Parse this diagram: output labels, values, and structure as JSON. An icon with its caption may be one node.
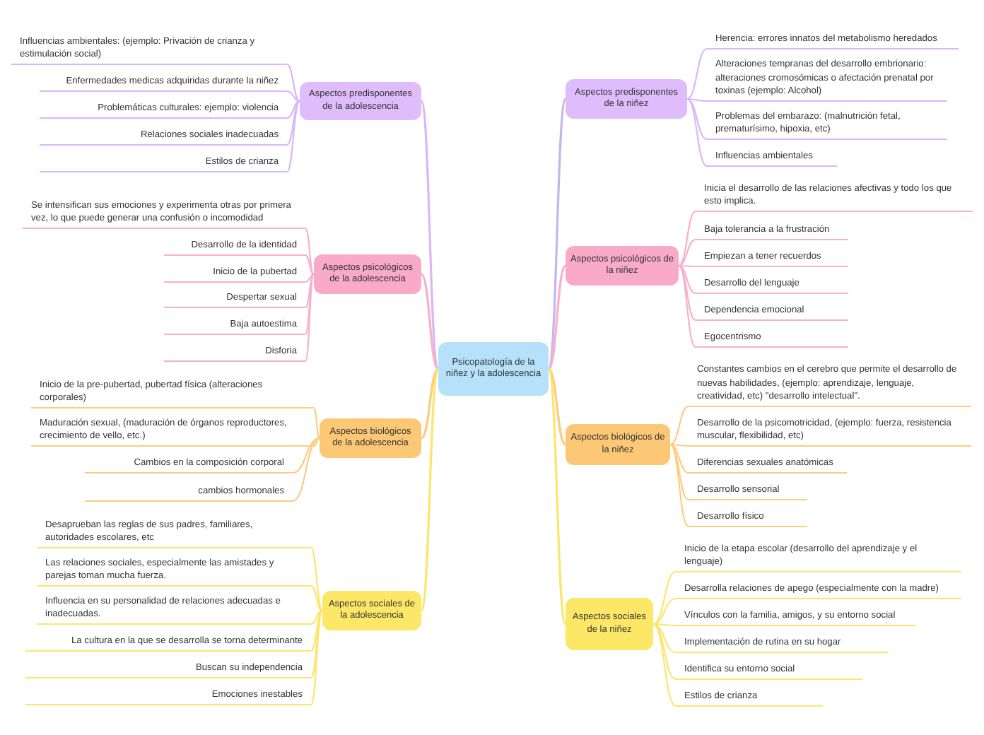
{
  "diagram": {
    "nodes": [
      {
        "text": [
          "Psicopatología de la niñez y la adolescencia"
        ]
      },
      {
        "text": [
          "Aspectos predisponentes de la adolescencia"
        ]
      },
      {
        "text": [
          "Influencias ambientales: (ejemplo: Privación de crianza y estimulación social)"
        ]
      },
      {
        "text": [
          "Enfermedades medicas adquiridas durante la niñez"
        ]
      },
      {
        "text": [
          "Problemáticas culturales: ejemplo: violencia"
        ]
      },
      {
        "text": [
          "Relaciones sociales inadecuadas"
        ]
      },
      {
        "text": [
          "Estilos de crianza"
        ]
      },
      {
        "text": [
          "Aspectos psicológicos de la adolescencia"
        ]
      },
      {
        "text": [
          "Se intensifican sus emociones y experimenta otras por primera vez, lo que puede generar una confusión o incomodidad"
        ]
      },
      {
        "text": [
          "Desarrollo de la identidad"
        ]
      },
      {
        "text": [
          "Inicio de la pubertad"
        ]
      },
      {
        "text": [
          "Despertar sexual"
        ]
      },
      {
        "text": [
          "Baja autoestima"
        ]
      },
      {
        "text": [
          "Disforia"
        ]
      },
      {
        "text": [
          "Aspectos biológicos de la adolescencia"
        ]
      },
      {
        "text": [
          "Inicio de la pre-pubertad, pubertad física (alteraciones corporales)"
        ]
      },
      {
        "text": [
          "Maduración sexual, (maduración de órganos reproductores, crecimiento de vello, etc.)"
        ]
      },
      {
        "text": [
          "Cambios en la composición corporal"
        ]
      },
      {
        "text": [
          "cambios hormonales"
        ]
      },
      {
        "text": [
          "Aspectos sociales de la adolescencia"
        ]
      },
      {
        "text": [
          "Desaprueban las reglas de sus padres, familiares, autoridades escolares, etc"
        ]
      },
      {
        "text": [
          "Las relaciones sociales, especialmente las amistades y parejas toman mucha fuerza."
        ]
      },
      {
        "text": [
          "Influencia en su personalidad de relaciones adecuadas e inadecuadas."
        ]
      },
      {
        "text": [
          "La cultura en la que se desarrolla se torna determinante"
        ]
      },
      {
        "text": [
          "Buscan su independencia"
        ]
      },
      {
        "text": [
          "Emociones inestables"
        ]
      },
      {
        "text": [
          "Aspectos predisponentes de la niñez"
        ]
      },
      {
        "text": [
          "Herencia: errores innatos del metabolismo heredados"
        ]
      },
      {
        "text": [
          "Alteraciones tempranas del desarrollo embrionario: alteraciones cromosómicas o afectación prenatal por toxinas (ejemplo: Alcohol)"
        ]
      },
      {
        "text": [
          "Problemas del embarazo: (malnutrición fetal, prematurísimo, hipoxia, etc)"
        ]
      },
      {
        "text": [
          "Influencias ambientales"
        ]
      },
      {
        "text": [
          "Aspectos psicológicos de la niñez"
        ]
      },
      {
        "text": [
          "Inicia el desarrollo de las relaciones afectivas y todo los que esto implica."
        ]
      },
      {
        "text": [
          "Baja tolerancia a la frustración"
        ]
      },
      {
        "text": [
          "Empiezan a tener recuerdos"
        ]
      },
      {
        "text": [
          "Desarrollo del lenguaje"
        ]
      },
      {
        "text": [
          "Dependencia emocional"
        ]
      },
      {
        "text": [
          "Egocentrismo"
        ]
      },
      {
        "text": [
          "Aspectos biológicos de la niñez"
        ]
      },
      {
        "text": [
          "Constantes cambios en el cerebro que permite el desarrollo de nuevas habilidades, (ejemplo: aprendizaje, lenguaje, creatividad, etc) \"desarrollo intelectual\"."
        ]
      },
      {
        "text": [
          "Desarrollo de la psicomotricidad, (ejemplo: fuerza, resistencia muscular, flexibilidad, etc)"
        ]
      },
      {
        "text": [
          "Diferencias sexuales anatómicas"
        ]
      },
      {
        "text": [
          "Desarrollo sensorial"
        ]
      },
      {
        "text": [
          "Desarrollo físico"
        ]
      },
      {
        "text": [
          "Aspectos sociales de la niñez"
        ]
      },
      {
        "text": [
          "Inicio de la etapa escolar (desarrollo del aprendizaje y el lenguaje)"
        ]
      },
      {
        "text": [
          "Desarrolla relaciones de apego (especialmente con la madre)"
        ]
      },
      {
        "text": [
          "Vínculos con la familia, amigos, y su entorno social"
        ]
      },
      {
        "text": [
          "Implementación de rutina en su hogar"
        ]
      },
      {
        "text": [
          "Identifica su entorno social"
        ]
      },
      {
        "text": [
          "Estilos de crianza"
        ]
      }
    ],
    "edges": [
      {
        "from": 0,
        "to": 1,
        "arrow": "none",
        "color": "#dcb6f8"
      },
      {
        "from": 1,
        "to": 2,
        "arrow": "none",
        "color": "#dcb6f8"
      },
      {
        "from": 1,
        "to": 3,
        "arrow": "none",
        "color": "#dcb6f8"
      },
      {
        "from": 1,
        "to": 4,
        "arrow": "none",
        "color": "#dcb6f8"
      },
      {
        "from": 1,
        "to": 5,
        "arrow": "none",
        "color": "#dcb6f8"
      },
      {
        "from": 1,
        "to": 6,
        "arrow": "none",
        "color": "#dcb6f8"
      },
      {
        "from": 0,
        "to": 7,
        "arrow": "none",
        "color": "#f8b0cc"
      },
      {
        "from": 7,
        "to": 8,
        "arrow": "none",
        "color": "#f8b0cc"
      },
      {
        "from": 7,
        "to": 9,
        "arrow": "none",
        "color": "#f8b0cc"
      },
      {
        "from": 7,
        "to": 10,
        "arrow": "none",
        "color": "#f8b0cc"
      },
      {
        "from": 7,
        "to": 11,
        "arrow": "none",
        "color": "#f8b0cc"
      },
      {
        "from": 7,
        "to": 12,
        "arrow": "none",
        "color": "#f8b0cc"
      },
      {
        "from": 7,
        "to": 13,
        "arrow": "none",
        "color": "#f8b0cc"
      },
      {
        "from": 0,
        "to": 14,
        "arrow": "none",
        "color": "#fdcc80"
      },
      {
        "from": 14,
        "to": 15,
        "arrow": "none",
        "color": "#fdcc80"
      },
      {
        "from": 14,
        "to": 16,
        "arrow": "none",
        "color": "#fdcc80"
      },
      {
        "from": 14,
        "to": 17,
        "arrow": "none",
        "color": "#fdcc80"
      },
      {
        "from": 14,
        "to": 18,
        "arrow": "none",
        "color": "#fdcc80"
      },
      {
        "from": 0,
        "to": 19,
        "arrow": "none",
        "color": "#fde56c"
      },
      {
        "from": 19,
        "to": 20,
        "arrow": "none",
        "color": "#fde56c"
      },
      {
        "from": 19,
        "to": 21,
        "arrow": "none",
        "color": "#fde56c"
      },
      {
        "from": 19,
        "to": 22,
        "arrow": "none",
        "color": "#fde56c"
      },
      {
        "from": 19,
        "to": 23,
        "arrow": "none",
        "color": "#fde56c"
      },
      {
        "from": 19,
        "to": 24,
        "arrow": "none",
        "color": "#fde56c"
      },
      {
        "from": 19,
        "to": 25,
        "arrow": "none",
        "color": "#fde56c"
      },
      {
        "from": 0,
        "to": 26,
        "arrow": "none",
        "color": "#c4b6ec"
      },
      {
        "from": 26,
        "to": 27,
        "arrow": "none",
        "color": "#dcb6f8"
      },
      {
        "from": 26,
        "to": 28,
        "arrow": "none",
        "color": "#dcb6f8"
      },
      {
        "from": 26,
        "to": 29,
        "arrow": "none",
        "color": "#dcb6f8"
      },
      {
        "from": 26,
        "to": 30,
        "arrow": "none",
        "color": "#dcb6f8"
      },
      {
        "from": 0,
        "to": 31,
        "arrow": "none",
        "color": "#f8b0cc"
      },
      {
        "from": 31,
        "to": 32,
        "arrow": "none",
        "color": "#f8b0cc"
      },
      {
        "from": 31,
        "to": 33,
        "arrow": "none",
        "color": "#f8b0cc"
      },
      {
        "from": 31,
        "to": 34,
        "arrow": "none",
        "color": "#f8b0cc"
      },
      {
        "from": 31,
        "to": 35,
        "arrow": "none",
        "color": "#f8b0cc"
      },
      {
        "from": 31,
        "to": 36,
        "arrow": "none",
        "color": "#f8b0cc"
      },
      {
        "from": 31,
        "to": 37,
        "arrow": "none",
        "color": "#f8b0cc"
      },
      {
        "from": 0,
        "to": 38,
        "arrow": "none",
        "color": "#fdcc80"
      },
      {
        "from": 38,
        "to": 39,
        "arrow": "none",
        "color": "#fdcc80"
      },
      {
        "from": 38,
        "to": 40,
        "arrow": "none",
        "color": "#fdcc80"
      },
      {
        "from": 38,
        "to": 41,
        "arrow": "none",
        "color": "#fdcc80"
      },
      {
        "from": 38,
        "to": 42,
        "arrow": "none",
        "color": "#fdcc80"
      },
      {
        "from": 38,
        "to": 43,
        "arrow": "none",
        "color": "#fdcc80"
      },
      {
        "from": 0,
        "to": 44,
        "arrow": "none",
        "color": "#fde56c"
      },
      {
        "from": 44,
        "to": 45,
        "arrow": "none",
        "color": "#fde56c"
      },
      {
        "from": 44,
        "to": 46,
        "arrow": "none",
        "color": "#fde56c"
      },
      {
        "from": 44,
        "to": 47,
        "arrow": "none",
        "color": "#fde56c"
      },
      {
        "from": 44,
        "to": 48,
        "arrow": "none",
        "color": "#fde56c"
      },
      {
        "from": 44,
        "to": 49,
        "arrow": "none",
        "color": "#fde56c"
      },
      {
        "from": 44,
        "to": 50,
        "arrow": "none",
        "color": "#fde56c"
      }
    ]
  }
}
